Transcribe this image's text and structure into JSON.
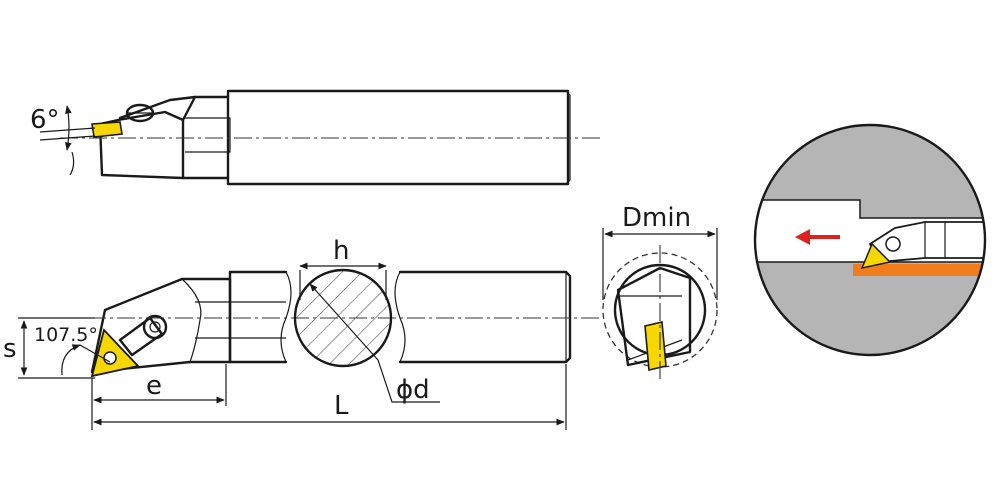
{
  "labels": {
    "angle_top": "6°",
    "angle_side": "107.5°",
    "s": "s",
    "e": "e",
    "L": "L",
    "h": "h",
    "d": "ϕd",
    "dmin": "Dmin"
  },
  "colors": {
    "line": "#1a1a1a",
    "insert_yellow": "#f6d800",
    "workpiece_gray": "#b5b5b5",
    "cut_orange": "#f07c1c",
    "arrow_red": "#e0201c",
    "hatch": "#555555"
  },
  "icons": {
    "feed_arrow": "left-arrow-icon"
  }
}
